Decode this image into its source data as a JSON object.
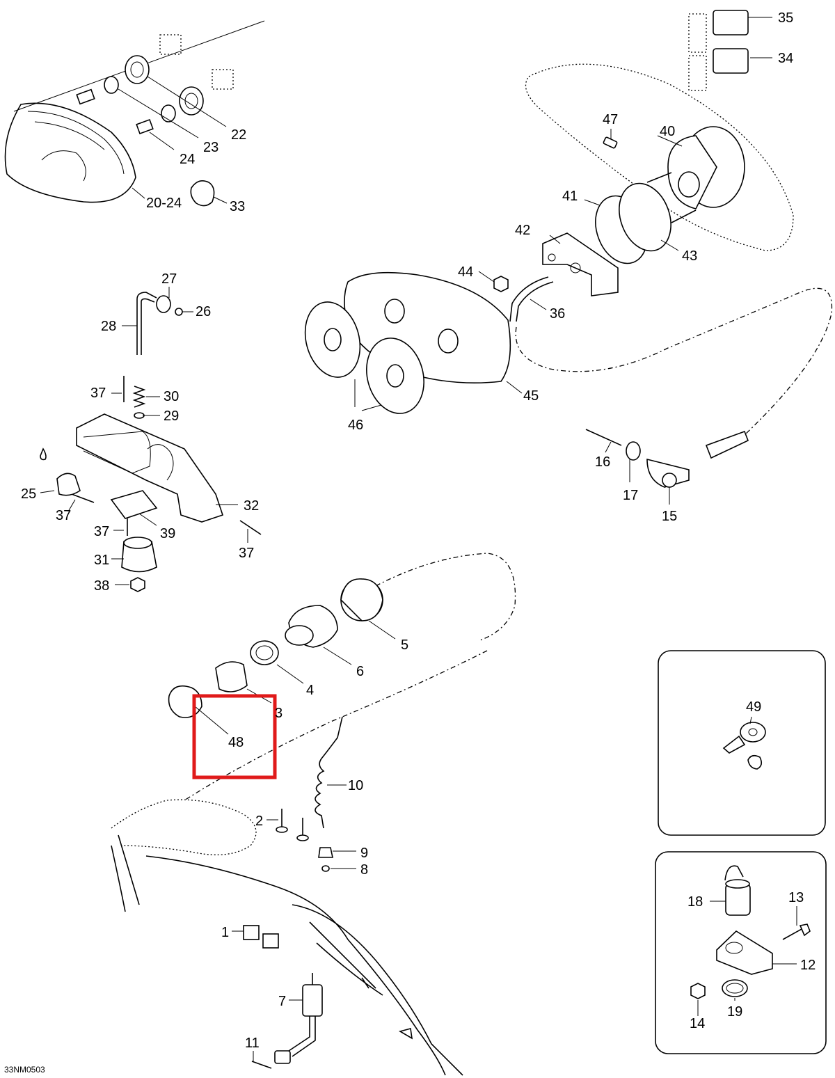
{
  "diagram_code": "33NM0503",
  "highlighted_label": "48",
  "highlight_color": "#e01a1a",
  "callouts": [
    "35",
    "34",
    "47",
    "40",
    "41",
    "42",
    "43",
    "44",
    "36",
    "45",
    "46",
    "16",
    "17",
    "15",
    "22",
    "23",
    "24",
    "20-24",
    "33",
    "27",
    "26",
    "28",
    "37",
    "30",
    "29",
    "25",
    "32",
    "39",
    "31",
    "38",
    "5",
    "6",
    "4",
    "3",
    "48",
    "10",
    "2",
    "9",
    "8",
    "1",
    "7",
    "11",
    "49",
    "18",
    "13",
    "12",
    "14",
    "19"
  ]
}
